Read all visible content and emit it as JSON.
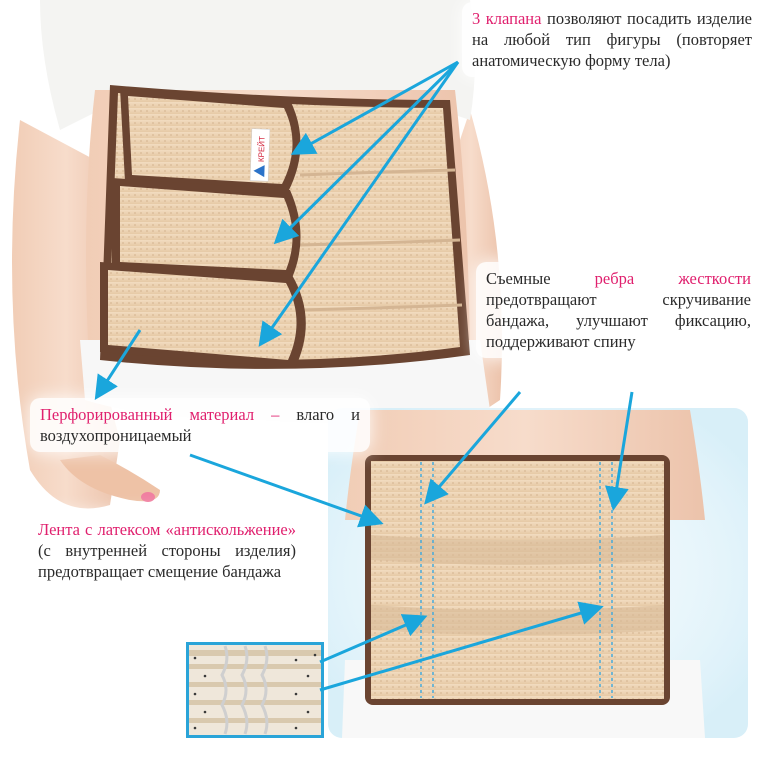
{
  "colors": {
    "accent_text": "#e0206e",
    "arrow": "#1aa6dc",
    "band_beige": "#ecd5b5",
    "band_trim": "#6a4431",
    "background": "#ffffff"
  },
  "callouts": {
    "valves": {
      "highlight": "3 клапана",
      "rest": " позволяют посадить изделие на любой тип фигуры (повторяет анатомическую форму тела)"
    },
    "ribs": {
      "prefix": "Съемные ",
      "highlight": "ребра жесткости",
      "rest": " предотвращают скручивание бандажа, улучшают фиксацию, поддерживают спину"
    },
    "material": {
      "highlight": "Перфорированный материал –",
      "rest": " влаго и воздухопроницаемый"
    },
    "tape": {
      "highlight": "Лента с латексом «антискольжение»",
      "rest": " (с внутренней стороны изделия) предотвращает смещение бандажа"
    }
  },
  "label": {
    "logo_text": "КРЕЙТ"
  }
}
